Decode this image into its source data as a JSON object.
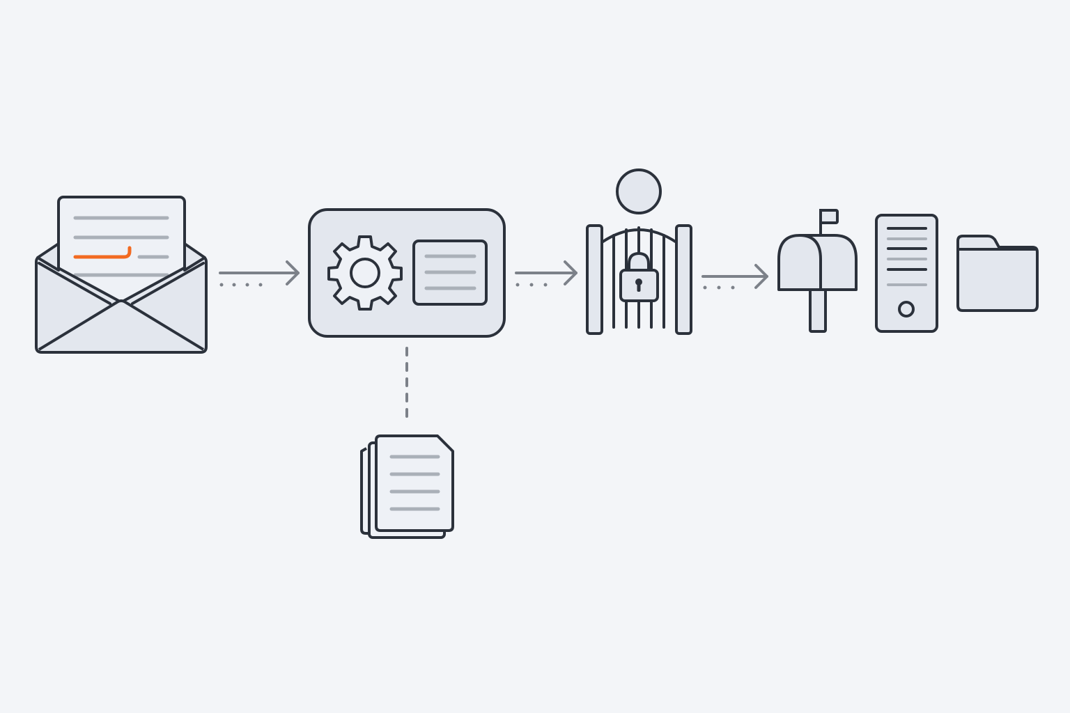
{
  "colors": {
    "background": "#f3f5f8",
    "outline": "#2b313b",
    "panel_fill": "#e3e7ee",
    "paper_fill": "#eef1f6",
    "text_line": "#aab0b8",
    "flow_line": "#7c8189",
    "highlight": "#f26a21"
  },
  "nodes": [
    {
      "id": "incoming-email",
      "icon": "open-envelope-icon",
      "highlighted_line": true
    },
    {
      "id": "processing-engine",
      "icon": "gear-and-document-panel-icon"
    },
    {
      "id": "security-gateway",
      "icon": "person-behind-locked-gate-icon"
    },
    {
      "id": "delivery-targets",
      "icons": [
        "mailbox-icon",
        "server-tower-icon",
        "folder-icon"
      ]
    },
    {
      "id": "log-documents",
      "icon": "stacked-documents-icon"
    }
  ],
  "connections": [
    {
      "from": "incoming-email",
      "to": "processing-engine",
      "style": "dotted-then-solid-arrow"
    },
    {
      "from": "processing-engine",
      "to": "security-gateway",
      "style": "dotted-then-solid-arrow"
    },
    {
      "from": "security-gateway",
      "to": "delivery-targets",
      "style": "dotted-then-solid-arrow"
    },
    {
      "from": "processing-engine",
      "to": "log-documents",
      "style": "dashed-line"
    }
  ]
}
